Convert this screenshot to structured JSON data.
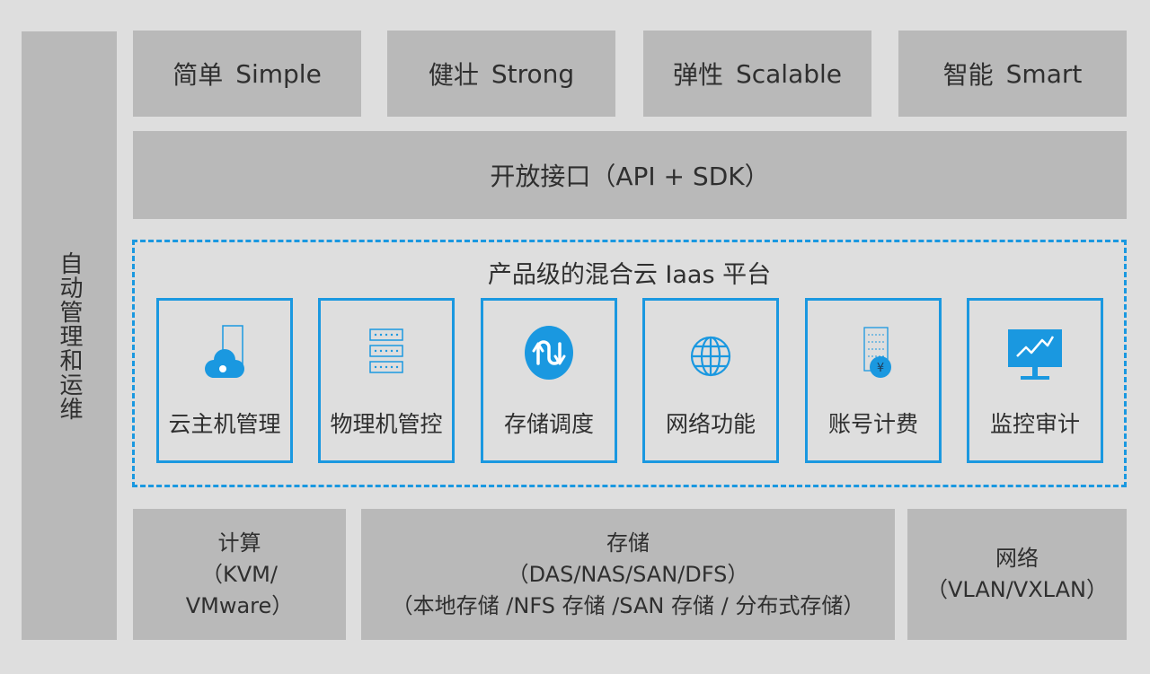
{
  "sidebar": {
    "label": "自动管理和运维"
  },
  "features": [
    {
      "cn": "简单",
      "en": "Simple"
    },
    {
      "cn": "健壮",
      "en": "Strong"
    },
    {
      "cn": "弹性",
      "en": "Scalable"
    },
    {
      "cn": "智能",
      "en": "Smart"
    }
  ],
  "api": {
    "label": "开放接口（API + SDK）"
  },
  "platform": {
    "title": "产品级的混合云 Iaas 平台",
    "modules": [
      {
        "label": "云主机管理",
        "icon": "cloud-server-icon"
      },
      {
        "label": "物理机管控",
        "icon": "server-rack-icon"
      },
      {
        "label": "存储调度",
        "icon": "storage-schedule-icon"
      },
      {
        "label": "网络功能",
        "icon": "globe-icon"
      },
      {
        "label": "账号计费",
        "icon": "billing-yen-icon"
      },
      {
        "label": "监控审计",
        "icon": "monitor-chart-icon"
      }
    ]
  },
  "infra": {
    "compute": {
      "line1": "计算",
      "line2": "（KVM/",
      "line3": "VMware）"
    },
    "storage": {
      "line1": "存储",
      "line2": "（DAS/NAS/SAN/DFS）",
      "line3": "（本地存储 /NFS 存储 /SAN 存储 / 分布式存储）"
    },
    "network": {
      "line1": "网络",
      "line2": "（VLAN/VXLAN）"
    }
  },
  "colors": {
    "accent": "#1a98e0",
    "block": "#b9b9b9",
    "background": "#dedede"
  }
}
